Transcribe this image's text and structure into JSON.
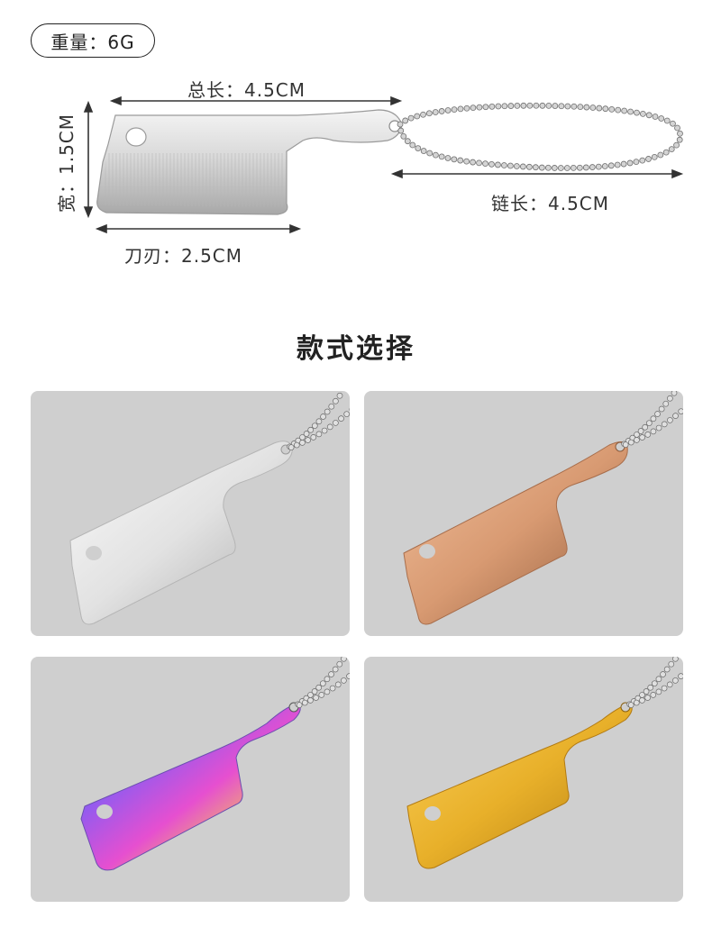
{
  "weight_label": "重量：6G",
  "dimensions": {
    "total_length": "总长：4.5CM",
    "width": "宽：1.5CM",
    "blade": "刀刃：2.5CM",
    "chain_length": "链长：4.5CM"
  },
  "section_title": "款式选择",
  "styles": [
    {
      "finish": "silver",
      "color": "#d9d9d9"
    },
    {
      "finish": "rose-gold",
      "color": "#d99a73"
    },
    {
      "finish": "rainbow",
      "color": "#9b5cf0"
    },
    {
      "finish": "gold",
      "color": "#e8b22c"
    }
  ]
}
